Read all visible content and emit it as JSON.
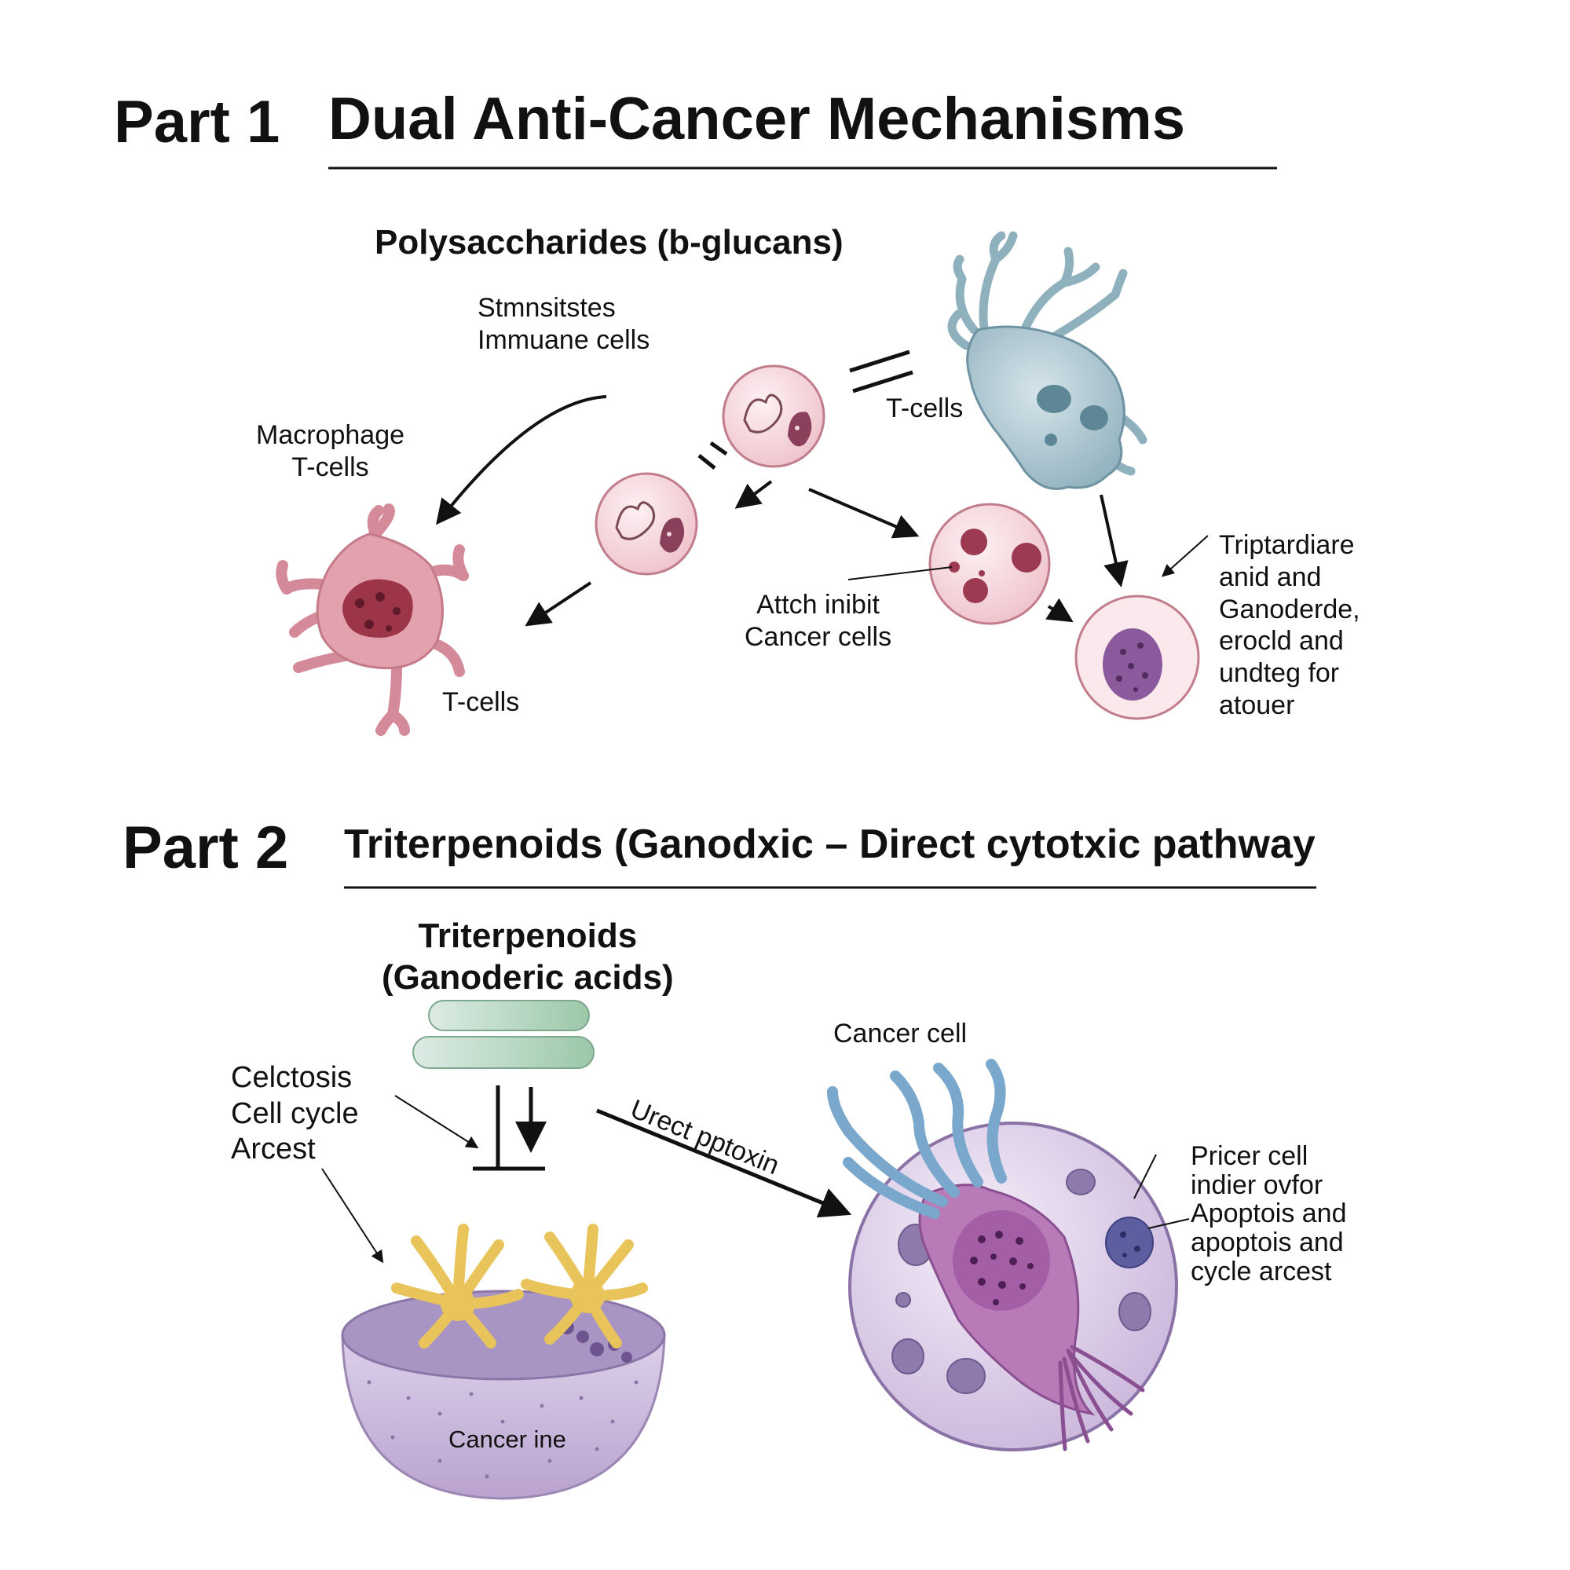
{
  "colors": {
    "ink": "#111111",
    "macrophage": "#e3a1ad",
    "immune_cell": "#f4d5da",
    "dendritic_cell": "#a9c2cc",
    "triterpenoid_bar": "#c2dccb",
    "receptor": "#e8c45a",
    "tumor": "#cdb6dd",
    "cancer_cell": "#d6c4e4",
    "projection": "#7aa7cc"
  },
  "part1": {
    "tag": "Part 1",
    "title": "Dual Anti-Cancer Mechanisms",
    "subtitle": "Polysaccharides (b-glucans)",
    "stimulates_label": "Stmnsitstes\nImmuane cells",
    "macrophage_label": "Macrophage\nT-cells",
    "tcells_top_label": "T-cells",
    "tcells_bottom_label": "T-cells",
    "attack_label": "Attch inibit\nCancer cells",
    "right_note": "Triptardiare\nanid and\nGanoderde,\nerocld and\nundteg for\natouer"
  },
  "part2": {
    "tag": "Part 2",
    "title": "Triterpenoids (Ganodxic – Direct cytotxic pathway",
    "compound_label": "Triterpenoids\n(Ganoderic acids)",
    "arrest_label": "Celctosis\nCell cycle\nArcest",
    "pathway_label": "Urect pptoxin",
    "cancer_cell_label": "Cancer cell",
    "cancer_line_label": "Cancer ine",
    "apoptosis_note": "Pricer cell\nindier ovfor\nApoptois and\napoptois and\ncycle arcest"
  }
}
